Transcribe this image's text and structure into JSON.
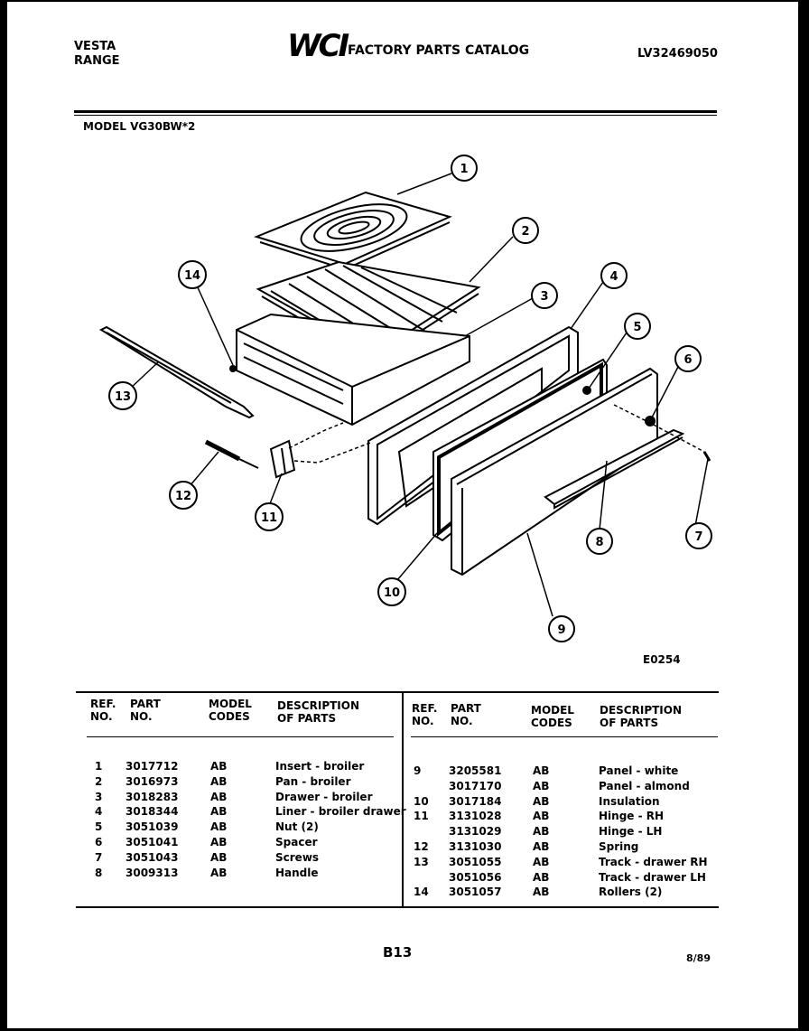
{
  "header": {
    "brand_line1": "VESTA",
    "brand_line2": "RANGE",
    "logo_text": "WCI",
    "catalog_title": "FACTORY PARTS CATALOG",
    "catalog_number": "LV32469050",
    "model_line": "MODEL VG30BW*2"
  },
  "diagram": {
    "code": "E0254",
    "callouts": [
      "1",
      "2",
      "3",
      "4",
      "5",
      "6",
      "7",
      "8",
      "9",
      "10",
      "11",
      "12",
      "13",
      "14"
    ]
  },
  "table": {
    "left_headers": {
      "ref": "REF.\nNO.",
      "part": "PART\nNO.",
      "model": "MODEL\nCODES",
      "desc": "DESCRIPTION\nOF PARTS"
    },
    "right_headers": {
      "ref": "REF.\nNO.",
      "part": "PART\nNO.",
      "model": "MODEL\nCODES",
      "desc": "DESCRIPTION\nOF PARTS"
    },
    "left_rows": [
      {
        "ref": "1",
        "part": "3017712",
        "code": "AB",
        "desc": "Insert - broiler"
      },
      {
        "ref": "2",
        "part": "3016973",
        "code": "AB",
        "desc": "Pan - broiler"
      },
      {
        "ref": "3",
        "part": "3018283",
        "code": "AB",
        "desc": "Drawer - broiler"
      },
      {
        "ref": "4",
        "part": "3018344",
        "code": "AB",
        "desc": "Liner - broiler drawer"
      },
      {
        "ref": "5",
        "part": "3051039",
        "code": "AB",
        "desc": "Nut (2)"
      },
      {
        "ref": "6",
        "part": "3051041",
        "code": "AB",
        "desc": "Spacer"
      },
      {
        "ref": "7",
        "part": "3051043",
        "code": "AB",
        "desc": "Screws"
      },
      {
        "ref": "8",
        "part": "3009313",
        "code": "AB",
        "desc": "Handle"
      }
    ],
    "right_rows": [
      {
        "ref": "9",
        "part": "3205581",
        "code": "AB",
        "desc": "Panel - white"
      },
      {
        "ref": "",
        "part": "3017170",
        "code": "AB",
        "desc": "Panel - almond"
      },
      {
        "ref": "10",
        "part": "3017184",
        "code": "AB",
        "desc": "Insulation"
      },
      {
        "ref": "11",
        "part": "3131028",
        "code": "AB",
        "desc": "Hinge - RH"
      },
      {
        "ref": "",
        "part": "3131029",
        "code": "AB",
        "desc": "Hinge - LH"
      },
      {
        "ref": "12",
        "part": "3131030",
        "code": "AB",
        "desc": "Spring"
      },
      {
        "ref": "13",
        "part": "3051055",
        "code": "AB",
        "desc": "Track - drawer RH"
      },
      {
        "ref": "",
        "part": "3051056",
        "code": "AB",
        "desc": "Track - drawer LH"
      },
      {
        "ref": "14",
        "part": "3051057",
        "code": "AB",
        "desc": "Rollers (2)"
      }
    ]
  },
  "footer": {
    "page_code": "B13",
    "date_code": "8/89"
  }
}
